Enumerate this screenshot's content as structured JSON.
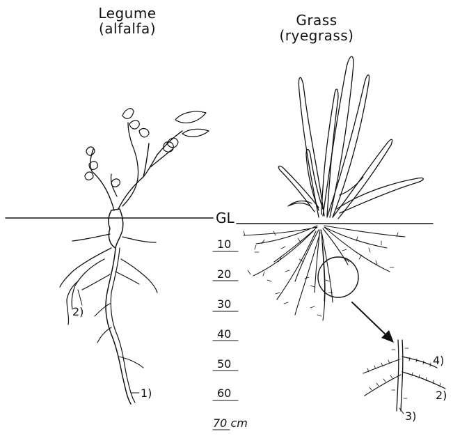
{
  "legume": {
    "title": "Legume",
    "subtitle": "(alfalfa)"
  },
  "grass": {
    "title": "Grass",
    "subtitle": "(ryegrass)"
  },
  "ground_level": "GL",
  "depth_scale": [
    "10",
    "20",
    "30",
    "40",
    "50",
    "60",
    "70 cm"
  ],
  "callouts": {
    "c1": "1)",
    "c2_legume": "2)",
    "c2_grass": "2)",
    "c3": "3)",
    "c4": "4)"
  }
}
